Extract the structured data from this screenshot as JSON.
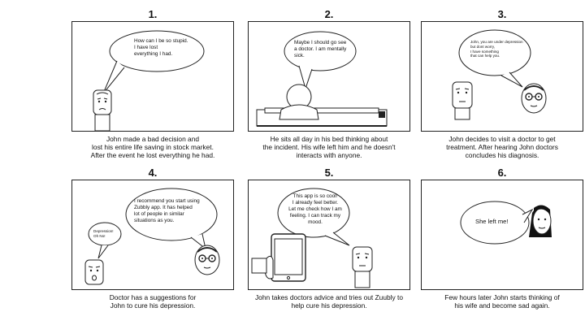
{
  "panels": [
    {
      "number": "1.",
      "speech": "How can I be so stupid.\nI have lost\neverything I had.",
      "caption": "John made a bad decision and\nlost his entire life saving in stock market.\nAfter the event he lost everything he had."
    },
    {
      "number": "2.",
      "speech": "Maybe I should go see\na doctor. I am mentally\nsick.",
      "caption": "He sits all day in his bed thinking about\nthe incident. His wife left him and he doesn't\ninteracts with anyone."
    },
    {
      "number": "3.",
      "speech": "John, you are under depression\nbut dont worry,\nI have something\nthat can help you.",
      "caption": "John decides to visit a doctor to get\ntreatment. After hearing John doctors\nconcludes his diagnosis."
    },
    {
      "number": "4.",
      "speech": "I recommend you start  using\nZubbly app. It has helped\nlot of people in similar\nsituations as you.",
      "speech2": "Depression!\nOh No!",
      "caption": "Doctor has a suggestions for\nJohn to cure his depression."
    },
    {
      "number": "5.",
      "speech": "This app is so cool!\nI already feel better.\nLet me check how I am\nfeeling. I can track my\nmood.",
      "caption": "John takes doctors advice and tries out Zuubly to\nhelp cure his depression."
    },
    {
      "number": "6.",
      "speech": "She left me!",
      "caption": "Few hours later John starts thinking of\nhis wife and become sad again."
    }
  ]
}
